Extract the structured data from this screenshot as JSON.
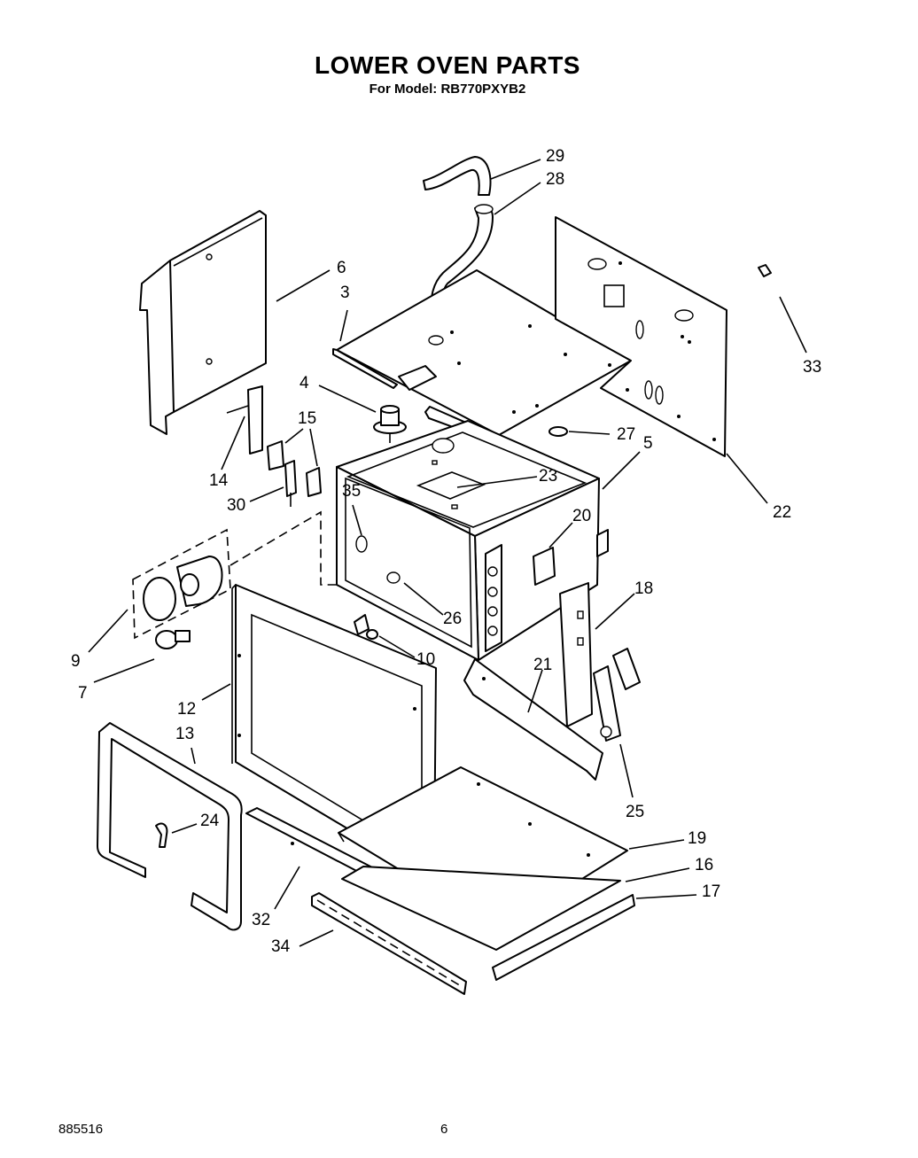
{
  "header": {
    "title": "LOWER OVEN PARTS",
    "subtitle": "For Model: RB770PXYB2"
  },
  "footer": {
    "doc_number": "885516",
    "page_number": "6"
  },
  "callouts": [
    "29",
    "28",
    "6",
    "3",
    "33",
    "4",
    "15",
    "27",
    "5",
    "14",
    "30",
    "23",
    "22",
    "35",
    "20",
    "18",
    "9",
    "26",
    "10",
    "21",
    "7",
    "12",
    "13",
    "25",
    "24",
    "19",
    "16",
    "17",
    "32",
    "34"
  ]
}
